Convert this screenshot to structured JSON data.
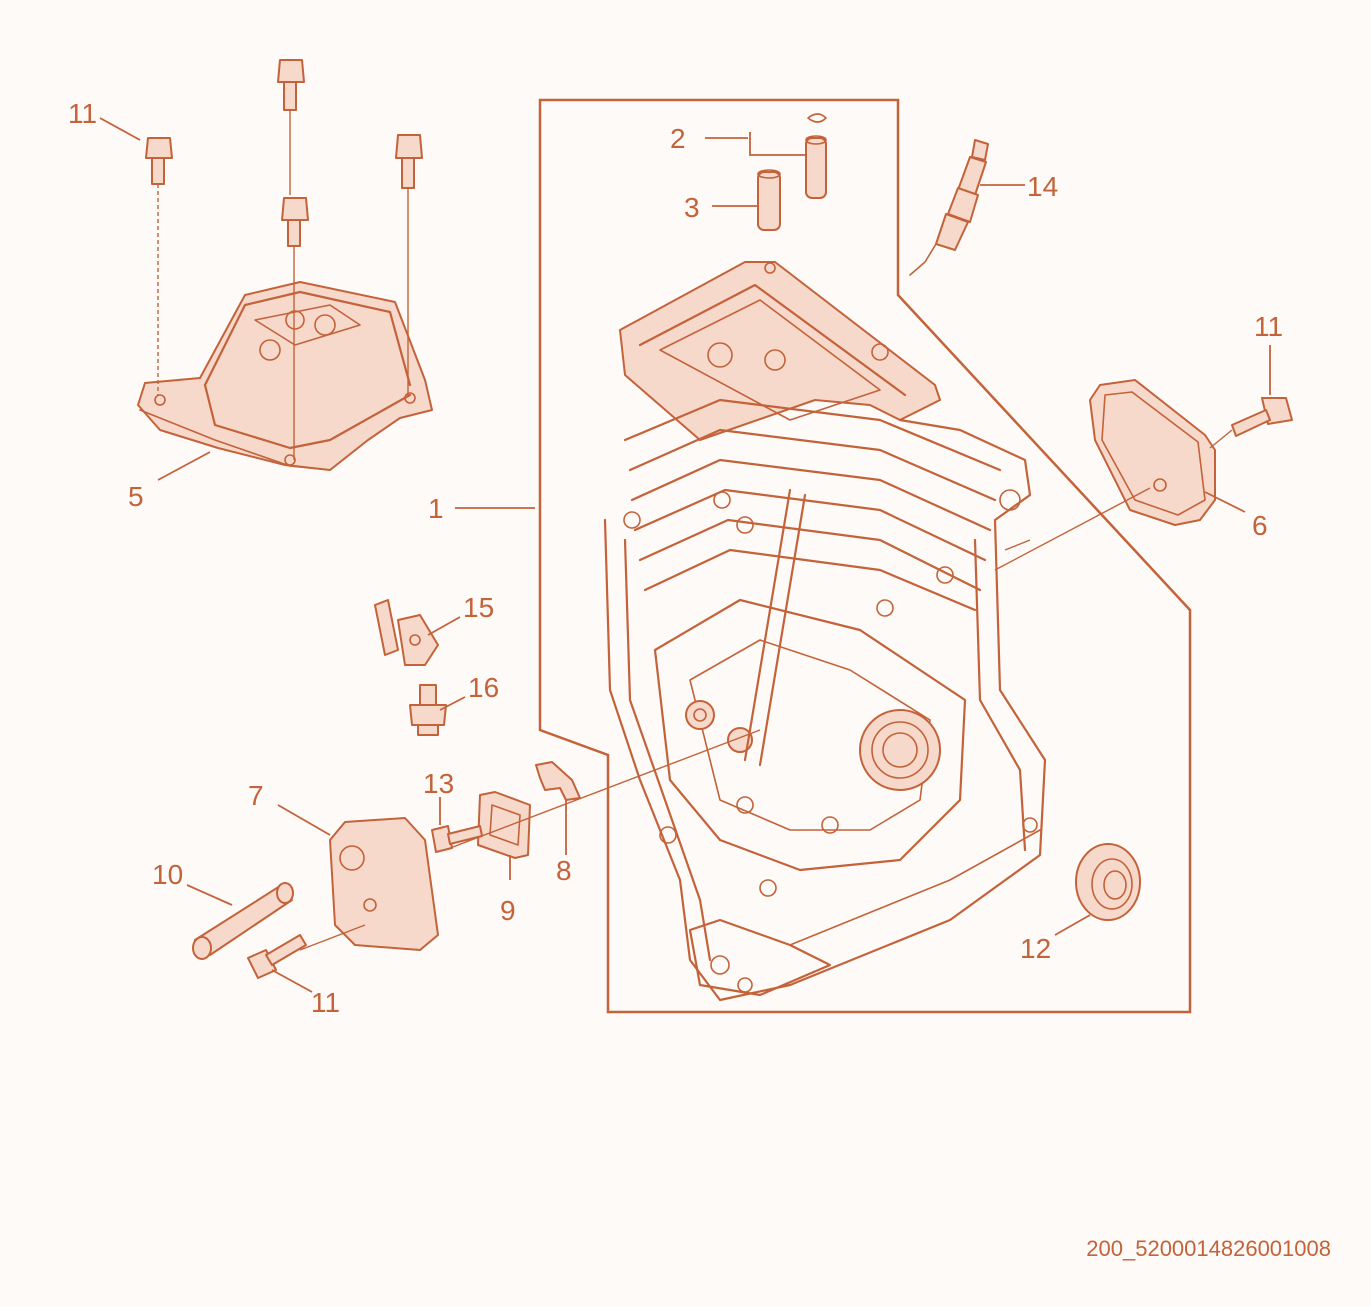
{
  "colors": {
    "ink": "#c4623a",
    "fill": "#f6d9cb",
    "background": "#fdfaf7"
  },
  "callouts": {
    "c1": "1",
    "c2": "2",
    "c3": "3",
    "c5": "5",
    "c6": "6",
    "c7": "7",
    "c8": "8",
    "c9": "9",
    "c10": "10",
    "c11a": "11",
    "c11b": "11",
    "c11c": "11",
    "c12": "12",
    "c13": "13",
    "c14": "14",
    "c15": "15",
    "c16": "16"
  },
  "diagram_id": "200_5200014826001008"
}
